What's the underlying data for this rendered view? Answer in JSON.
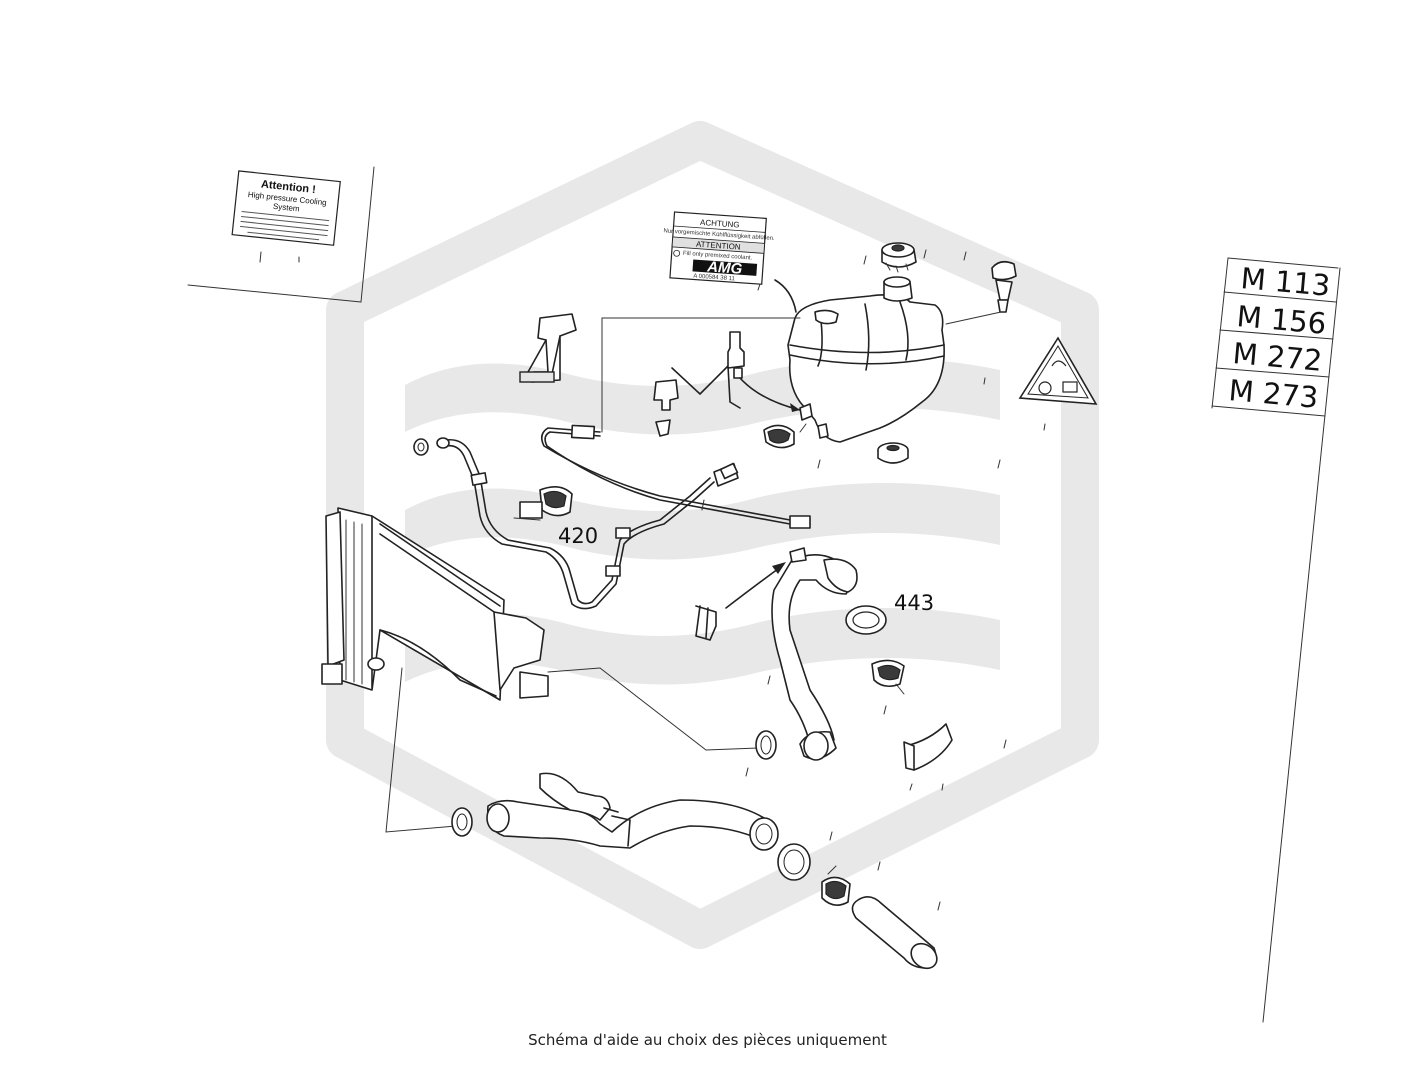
{
  "diagram": {
    "callouts": [
      "420",
      "443"
    ],
    "engines": [
      "M 113",
      "M 156",
      "M 272",
      "M 273"
    ],
    "label_attention": {
      "title": "Attention !",
      "subtitle_1": "High pressure Cooling",
      "subtitle_2": "System"
    },
    "label_amg": {
      "achtung": "ACHTUNG",
      "achtung_line": "Nur vorgemischte Kühlflüssigkeit abfüllen.",
      "attention": "ATTENTION",
      "attention_line": "Fill only premixed coolant.",
      "brand": "AMG",
      "part_number": "A 000584 38 11"
    },
    "watermark_color": "#e8e8e8",
    "line_color": "#222222"
  },
  "footer": {
    "disclaimer": "Schéma d'aide au choix des pièces uniquement"
  }
}
